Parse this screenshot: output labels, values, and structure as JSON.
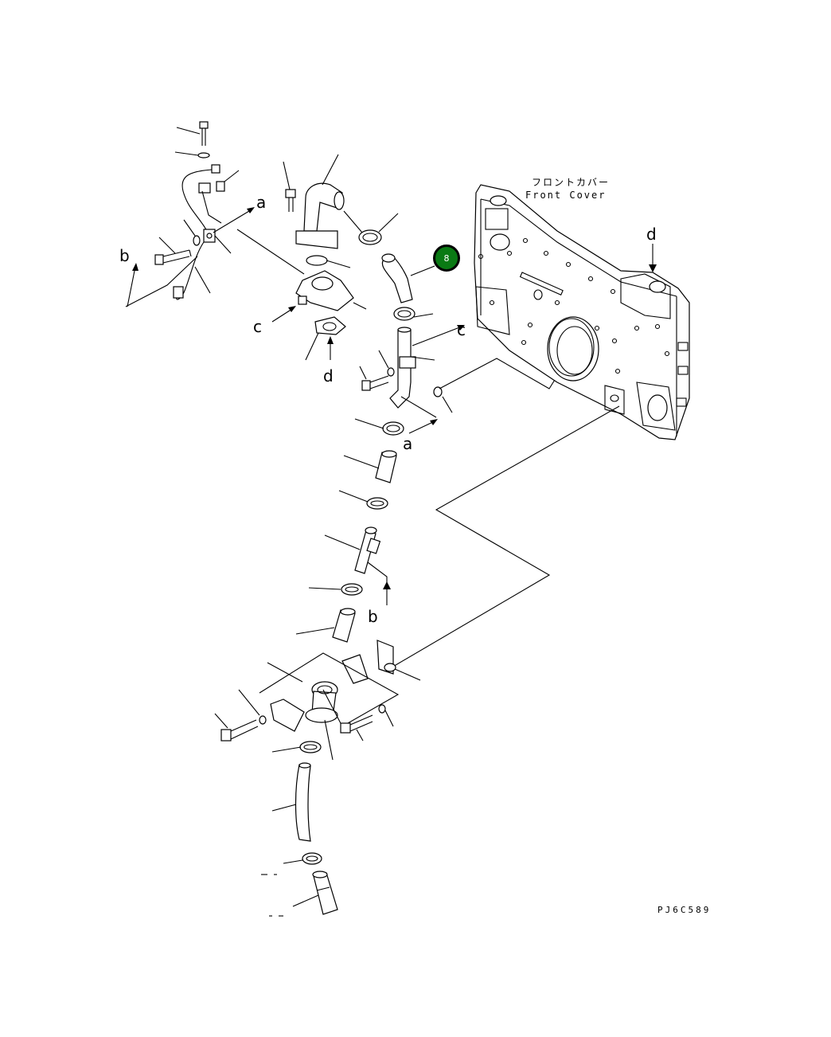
{
  "diagram": {
    "front_cover": {
      "label_jp": "フロントカバー",
      "label_en": "Front Cover"
    },
    "callout": {
      "number": "8"
    },
    "reference_letters": {
      "a_upper": "a",
      "a_lower": "a",
      "b_left": "b",
      "b_lower": "b",
      "c_left": "c",
      "c_right": "c",
      "d_lower": "d",
      "d_cover": "d"
    },
    "drawing_code": "PJ6C589"
  }
}
